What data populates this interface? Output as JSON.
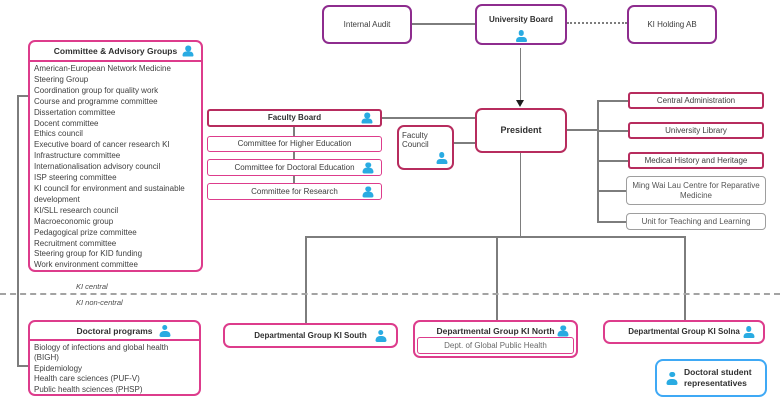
{
  "top": {
    "internal_audit": "Internal Audit",
    "university_board": "University Board",
    "ki_holding": "KI Holding AB"
  },
  "committee_advisory": {
    "title": "Committee & Advisory Groups",
    "items": [
      "American-European Network Medicine",
      "Steering Group",
      "Coordination group for quality work",
      "Course and programme committee",
      "Dissertation committee",
      "Docent committee",
      "Ethics council",
      "Executive board of cancer research KI",
      "Infrastructure committee",
      "Internationalisation advisory council",
      "ISP steering committee",
      "KI council for environment and sustainable development",
      "KI/SLL research council",
      "Macroeconomic group",
      "Pedagogical prize committee",
      "Recruitment committee",
      "Steering group for KID funding",
      "Work environment committee"
    ]
  },
  "faculty": {
    "board": "Faculty Board",
    "committees": [
      "Committee for Higher Education",
      "Committee for Doctoral Education",
      "Committee for Research"
    ],
    "council": "Faculty Council"
  },
  "president": "President",
  "president_units": [
    "Central Administration",
    "University Library",
    "Medical History and Heritage",
    "Ming Wai Lau Centre for Reparative Medicine",
    "Unit for Teaching and Learning"
  ],
  "divider": {
    "above": "KI central",
    "below": "KI non-central"
  },
  "doctoral_programs": {
    "title": "Doctoral programs",
    "items": [
      "Biology of infections and global health (BIGH)",
      "Epidemiology",
      "Health care sciences (PUF-V)",
      "Public health sciences (PHSP)"
    ]
  },
  "departmental_groups": {
    "south": "Departmental Group KI South",
    "north": "Departmental Group KI North",
    "north_sub": "Dept. of Global Public Health",
    "solna": "Departmental Group KI Solna"
  },
  "legend": {
    "label": "Doctoral student representatives"
  },
  "icons": {
    "person": "doctoral-student-representative-person"
  },
  "colors": {
    "purple": "#8E2C8E",
    "crimson": "#B72C5E",
    "pink": "#DD3C8C",
    "gray": "#9E9E9E",
    "blue": "#3FA9F5",
    "icon_blue": "#29ABE2"
  }
}
